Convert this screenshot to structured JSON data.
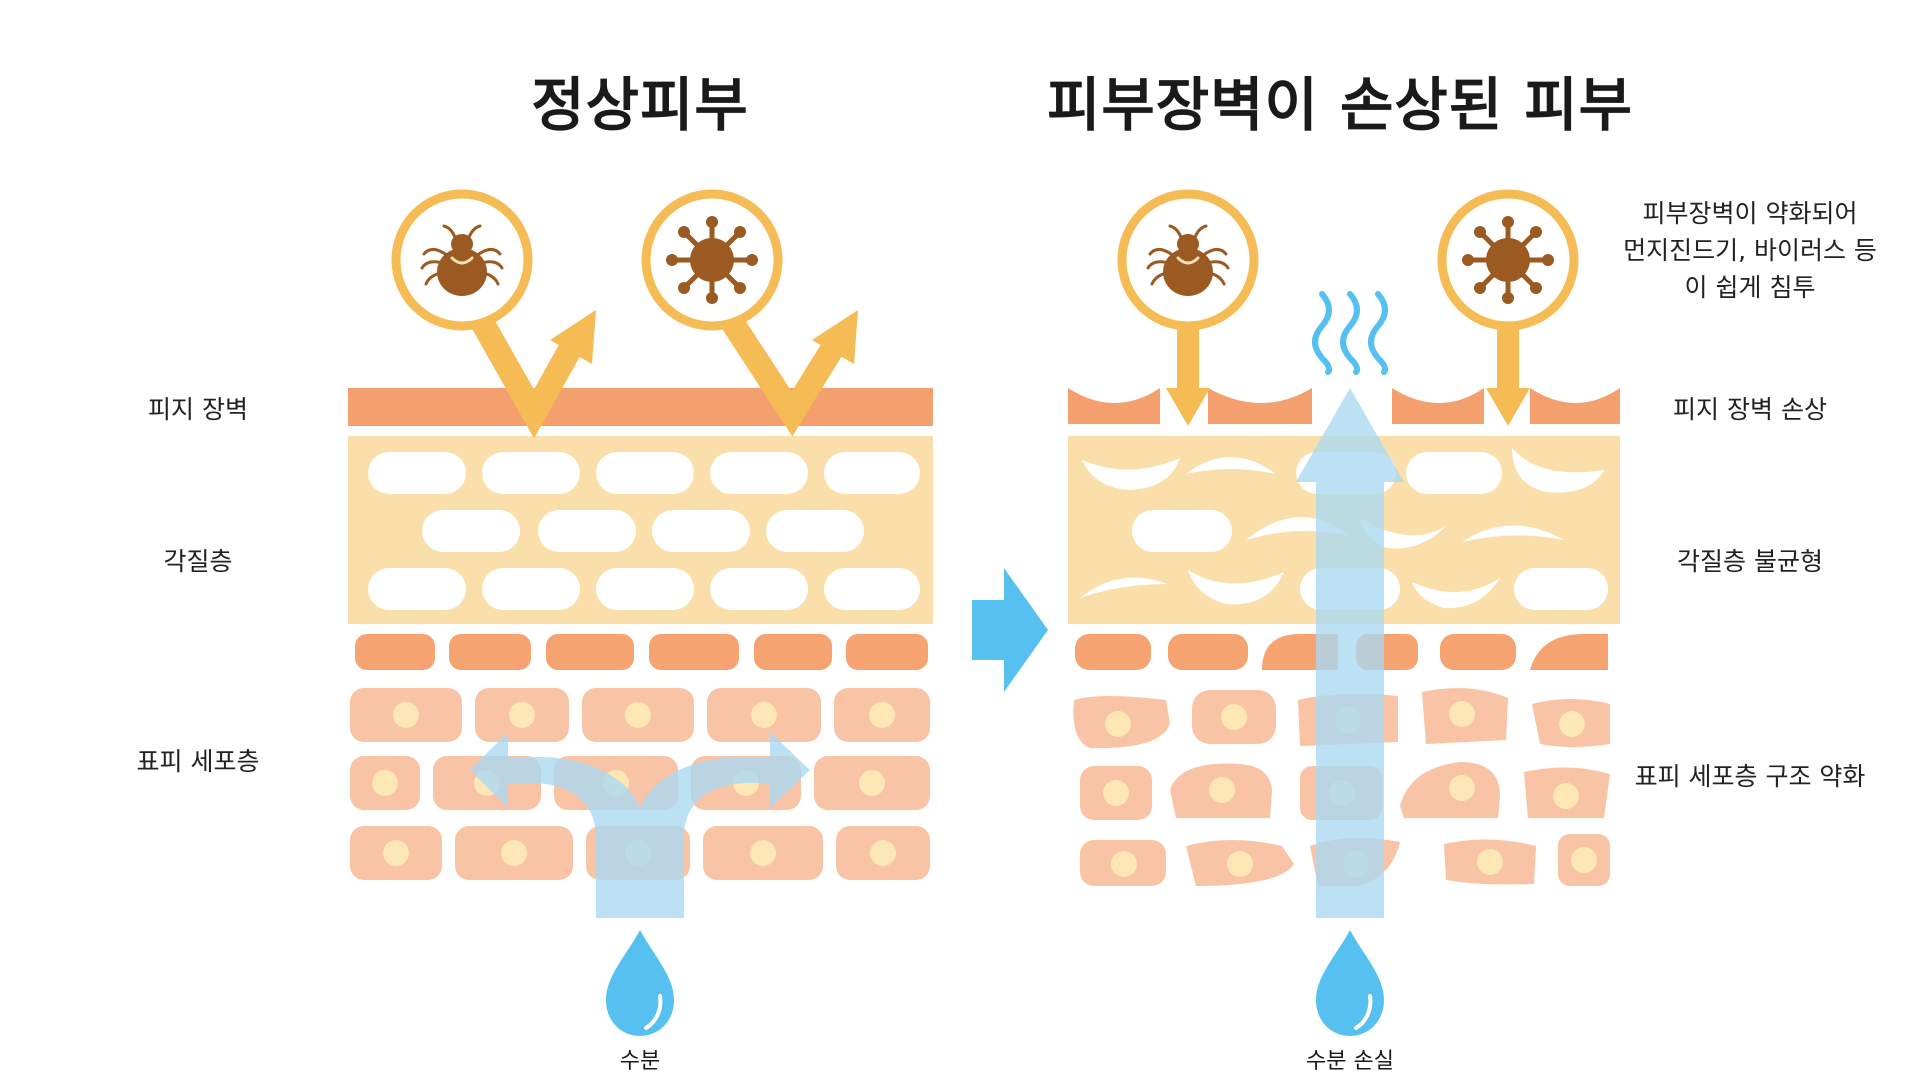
{
  "left_panel": {
    "title": "정상피부",
    "labels": {
      "sebum": "피지 장벽",
      "stratum": "각질층",
      "epidermis": "표피 세포층"
    },
    "water_label": "수분"
  },
  "right_panel": {
    "title": "피부장벽이 손상된 피부",
    "note_lines": [
      "피부장벽이 약화되어",
      "먼지진드기, 바이러스 등",
      "이 쉽게 침투"
    ],
    "labels": {
      "sebum": "피지 장벽 손상",
      "stratum": "각질층 불균형",
      "epidermis": "표피 세포층 구조 약화"
    },
    "water_label": "수분 손실"
  },
  "icons": [
    "mite-icon",
    "virus-icon",
    "water-drop-icon",
    "transition-arrow-icon",
    "vapor-icon"
  ],
  "colors": {
    "sebum": "#f4a06e",
    "stratum": "#fbdfaa",
    "granular": "#f5a471",
    "cells": "#f9c3a6",
    "nucleus": "#fce7b5",
    "arrow": "#f5bb55",
    "icon_ring": "#f5bb55",
    "pathogen": "#9a5a22",
    "water": "#56c1f0",
    "water_flow": "#a9d9f2"
  }
}
